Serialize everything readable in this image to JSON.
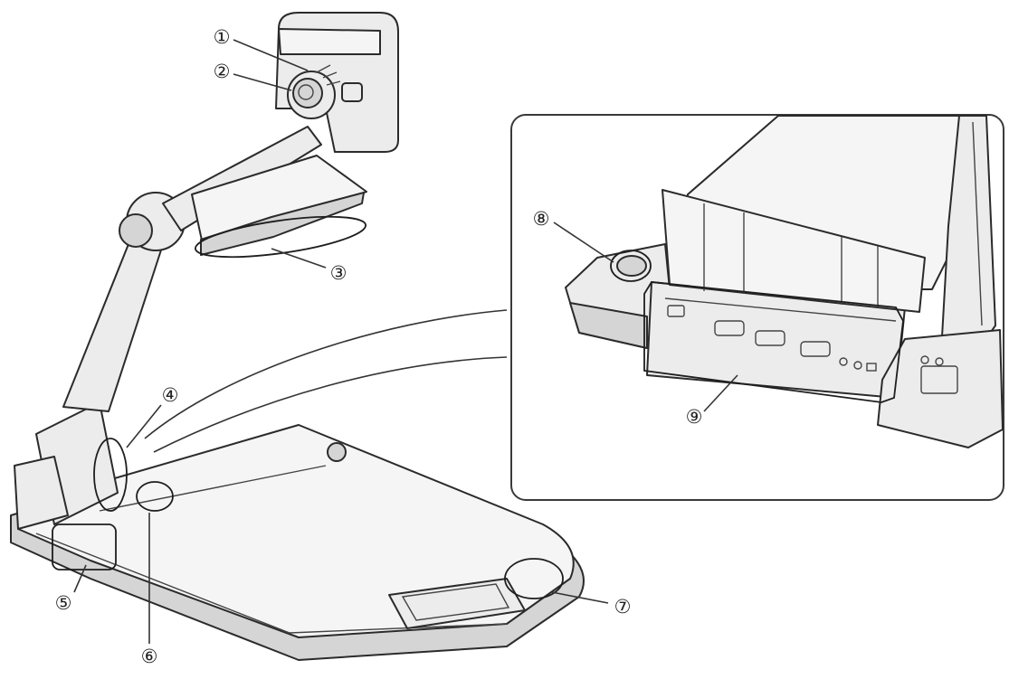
{
  "callouts": [
    {
      "id": "1",
      "label": "①"
    },
    {
      "id": "2",
      "label": "②"
    },
    {
      "id": "3",
      "label": "③"
    },
    {
      "id": "4",
      "label": "④"
    },
    {
      "id": "5",
      "label": "⑤"
    },
    {
      "id": "6",
      "label": "⑥"
    },
    {
      "id": "7",
      "label": "⑦"
    },
    {
      "id": "8",
      "label": "⑧"
    },
    {
      "id": "9",
      "label": "⑨"
    }
  ],
  "colors": {
    "outline": "#2b2b2b",
    "body": "#ececec",
    "background": "#ffffff"
  }
}
